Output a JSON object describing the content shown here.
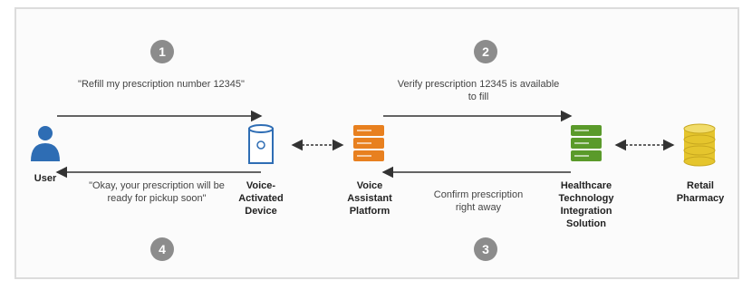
{
  "steps": [
    "1",
    "2",
    "3",
    "4"
  ],
  "messages": {
    "m1": "\"Refill my prescription number 12345\"",
    "m2": "Verify prescription 12345 is available to fill",
    "m3": "Confirm prescription right away",
    "m4": "\"Okay, your prescription will be ready for pickup soon\""
  },
  "nodes": {
    "user": "User",
    "device": "Voice-Activated Device",
    "platform": "Voice Assistant Platform",
    "healthcare": "Healthcare Technology Integration Solution",
    "pharmacy": "Retail Pharmacy"
  },
  "colors": {
    "user": "#2e6db4",
    "device": "#2e6db4",
    "platform": "#e8801f",
    "healthcare": "#5a9a2a",
    "pharmacy": "#e5c52d",
    "arrow": "#333333",
    "step": "#8c8c8c"
  }
}
